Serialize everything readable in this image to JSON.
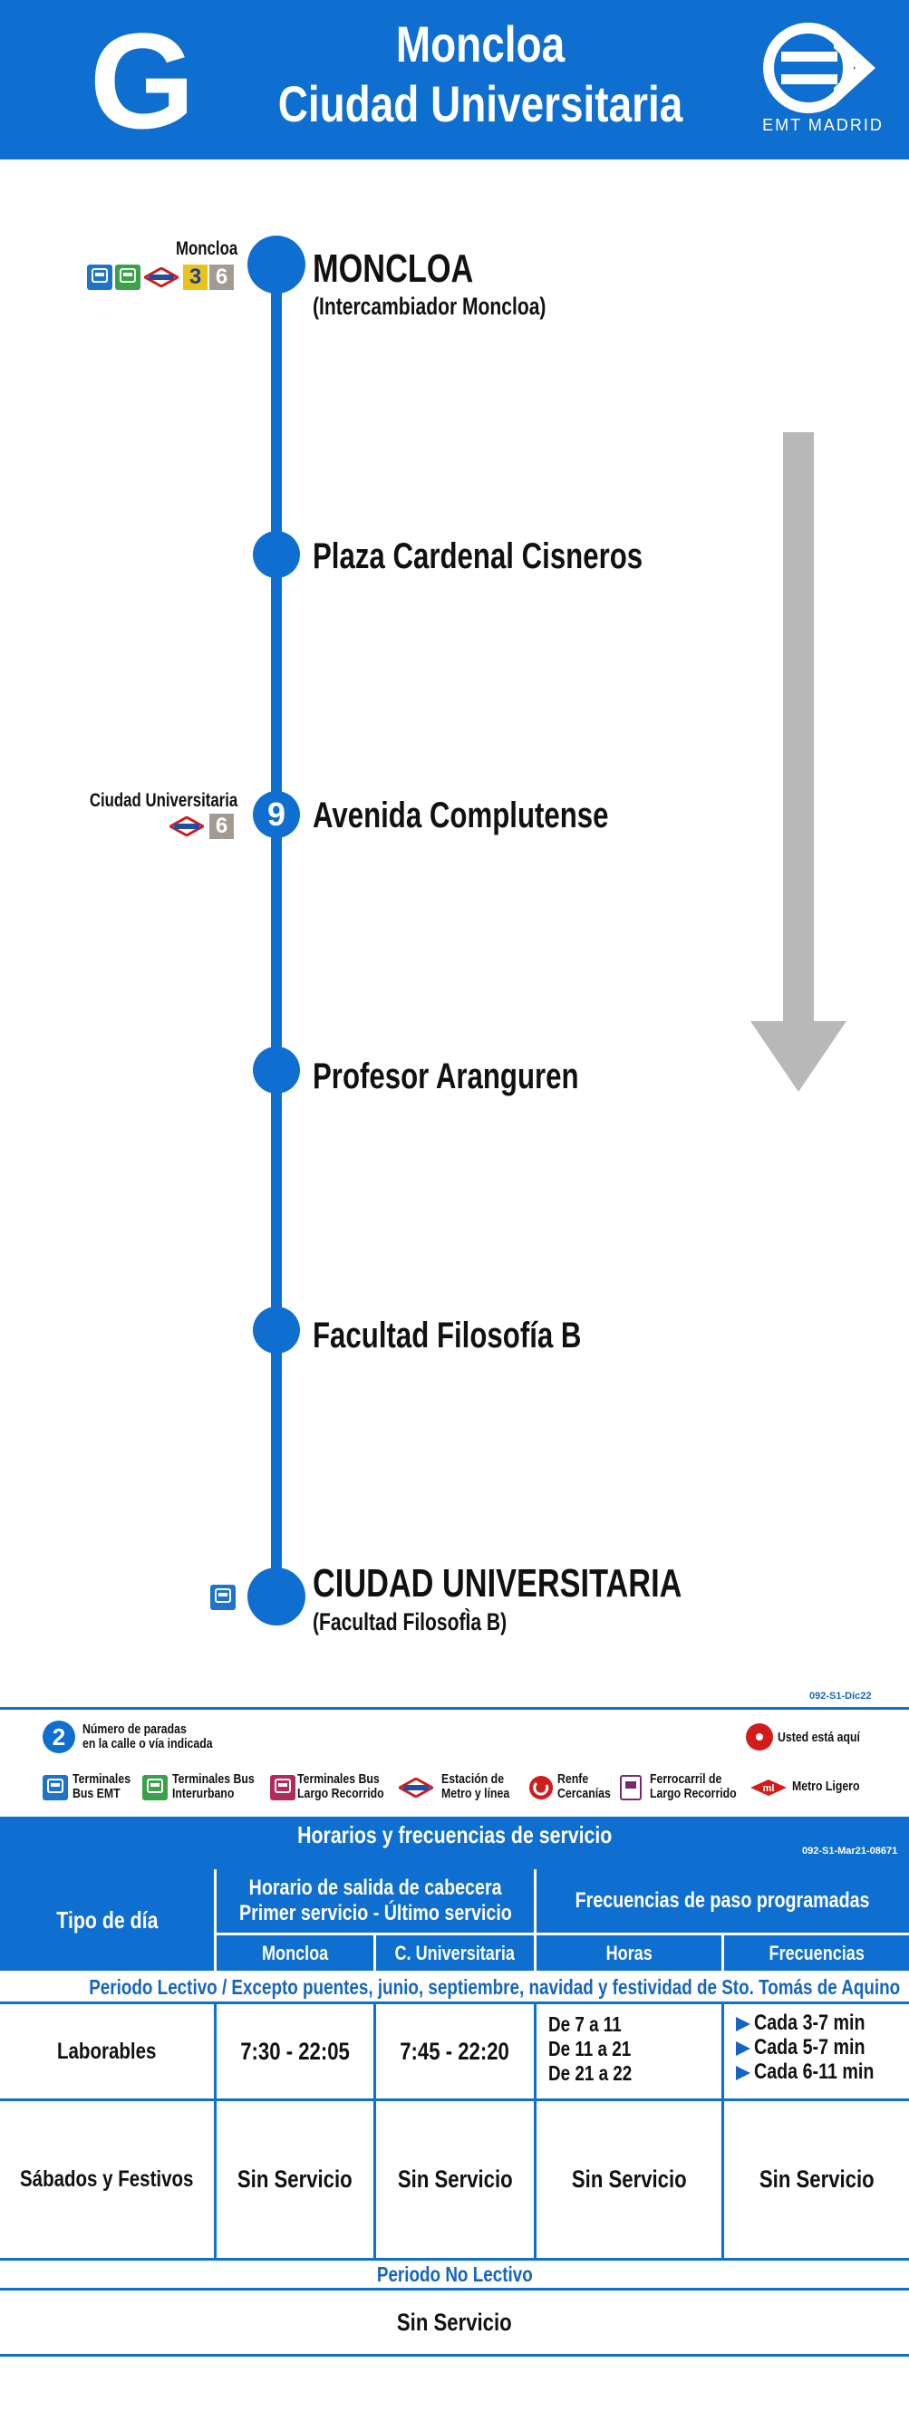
{
  "header": {
    "line": "G",
    "title_line1": "Moncloa",
    "title_line2": "Ciudad Universitaria",
    "operator": "EMT MADRID"
  },
  "colors": {
    "brand_blue": "#0f6fd1",
    "metro_line_3": "#e8c31b",
    "metro_line_6": "#a39a92",
    "arrow_grey": "#b8b8b8"
  },
  "route": {
    "stops": [
      {
        "name": "MONCLOA",
        "sub": "(Intercambiador Moncloa)"
      },
      {
        "name": "Plaza Cardenal Cisneros"
      },
      {
        "name": "Avenida Complutense",
        "stop_count": "9"
      },
      {
        "name": "Profesor Aranguren"
      },
      {
        "name": "Facultad Filosofía B"
      },
      {
        "name": "CIUDAD UNIVERSITARIA",
        "sub": "(Facultad FilosofÌa B)"
      }
    ],
    "connections": {
      "moncloa": {
        "label": "Moncloa",
        "metro_lines": [
          "3",
          "6"
        ],
        "icons": [
          "bus-emt-icon",
          "bus-interurban-icon",
          "metro-icon"
        ]
      },
      "ciudad_universitaria": {
        "label": "Ciudad Universitaria",
        "metro_lines": [
          "6"
        ],
        "icons": [
          "metro-icon"
        ]
      },
      "terminus": {
        "icons": [
          "bus-emt-icon"
        ]
      }
    }
  },
  "codes": {
    "map_code": "092-S1-Dic22",
    "table_code": "092-S1-Mar21-08671"
  },
  "legend": {
    "stops_number": "2",
    "stops_number_text1": "Número de paradas",
    "stops_number_text2": "en la calle o vía indicada",
    "you_are_here": "Usted está aquí",
    "items": [
      {
        "line1": "Terminales",
        "line2": "Bus EMT",
        "icon": "bus-emt-icon"
      },
      {
        "line1": "Terminales Bus",
        "line2": "Interurbano",
        "icon": "bus-interurban-icon"
      },
      {
        "line1": "Terminales Bus",
        "line2": "Largo Recorrido",
        "icon": "bus-long-distance-icon"
      },
      {
        "line1": "Estación de",
        "line2": "Metro y línea",
        "icon": "metro-icon"
      },
      {
        "line1": "Renfe",
        "line2": "Cercanías",
        "icon": "renfe-icon"
      },
      {
        "line1": "Ferrocarril de",
        "line2": "Largo Recorrido",
        "icon": "train-icon"
      },
      {
        "line1": "Metro Ligero",
        "line2": "",
        "icon": "metro-ligero-icon"
      }
    ]
  },
  "schedule": {
    "title": "Horarios y frecuencias de servicio",
    "col_day": "Tipo de día",
    "col_departure_line1": "Horario de salida de cabecera",
    "col_departure_line2": "Primer servicio - Último servicio",
    "col_freq": "Frecuencias de paso programadas",
    "sub_moncloa": "Moncloa",
    "sub_cu": "C. Universitaria",
    "sub_hours": "Horas",
    "sub_freq": "Frecuencias",
    "period_lectivo": "Periodo Lectivo / Excepto puentes, junio, septiembre, navidad y festividad de Sto. Tomás de Aquino",
    "rows": [
      {
        "day": "Laborables",
        "moncloa": "7:30 - 22:05",
        "cu": "7:45 - 22:20",
        "hours": [
          "De 7 a 11",
          "De 11 a 21",
          "De 21 a 22"
        ],
        "freqs": [
          "Cada 3-7 min",
          "Cada 5-7 min",
          "Cada 6-11 min"
        ]
      },
      {
        "day": "Sábados y Festivos",
        "moncloa": "Sin Servicio",
        "cu": "Sin Servicio",
        "hours_single": "Sin Servicio",
        "freq_single": "Sin Servicio"
      }
    ],
    "period_no_lectivo": "Periodo No Lectivo",
    "no_lectivo_value": "Sin Servicio"
  }
}
